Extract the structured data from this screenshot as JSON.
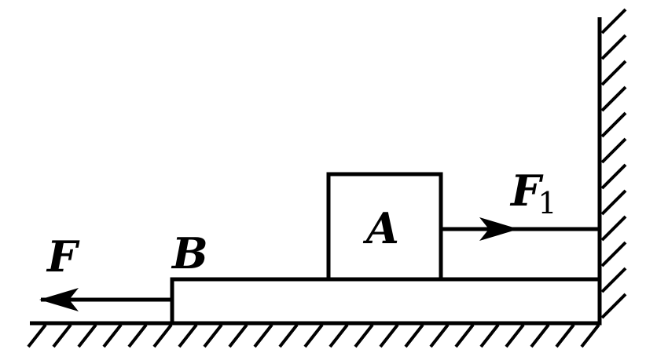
{
  "labels": {
    "block_a": "A",
    "block_b": "B",
    "force_f": "F",
    "force_f1_main": "F",
    "force_f1_sub": "1"
  },
  "colors": {
    "stroke": "#000000",
    "background": "#ffffff"
  }
}
